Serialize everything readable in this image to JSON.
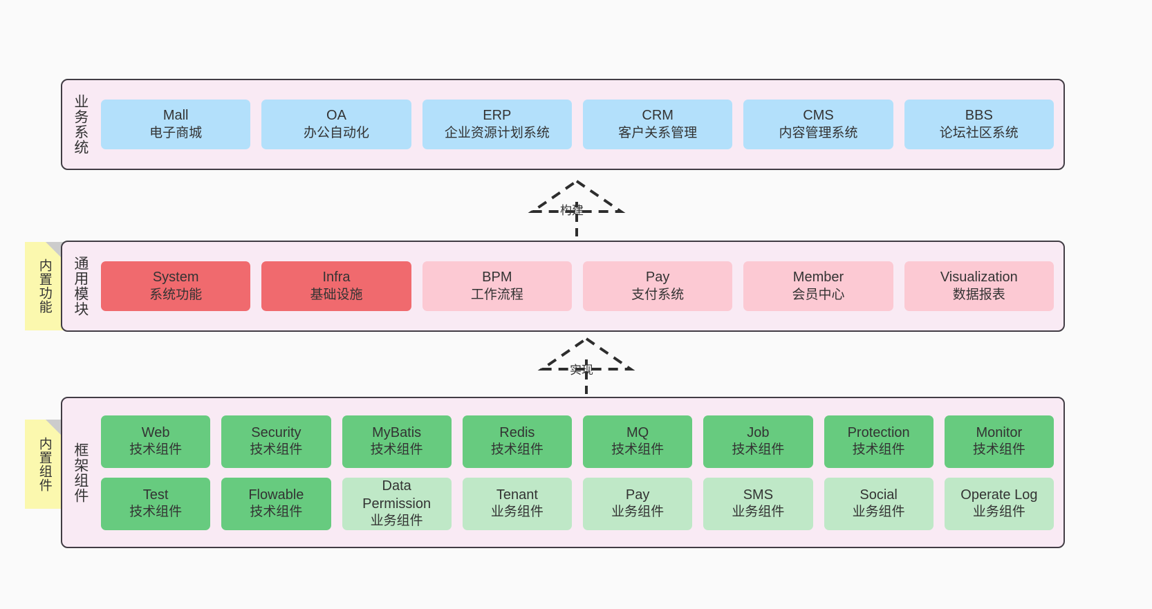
{
  "diagram": {
    "background_color": "#fafafa",
    "band_fill": "#f9eaf4",
    "band_border": "#413c44",
    "sticky_color": "#fbf8ae"
  },
  "layers": [
    {
      "id": "business",
      "title": "业务系统",
      "accent": "#b3e0fb",
      "rows": [
        {
          "cards": [
            {
              "name": "Mall",
              "sub": "电子商城",
              "style": "c-blue"
            },
            {
              "name": "OA",
              "sub": "办公自动化",
              "style": "c-blue"
            },
            {
              "name": "ERP",
              "sub": "企业资源计划系统",
              "style": "c-blue"
            },
            {
              "name": "CRM",
              "sub": "客户关系管理",
              "style": "c-blue"
            },
            {
              "name": "CMS",
              "sub": "内容管理系统",
              "style": "c-blue"
            },
            {
              "name": "BBS",
              "sub": "论坛社区系统",
              "style": "c-blue"
            }
          ]
        }
      ]
    },
    {
      "id": "common",
      "title": "通用模块",
      "sticky": "内置功能",
      "accent": "#f06a6e",
      "rows": [
        {
          "cards": [
            {
              "name": "System",
              "sub": "系统功能",
              "style": "c-red"
            },
            {
              "name": "Infra",
              "sub": "基础设施",
              "style": "c-red"
            },
            {
              "name": "BPM",
              "sub": "工作流程",
              "style": "c-pink"
            },
            {
              "name": "Pay",
              "sub": "支付系统",
              "style": "c-pink"
            },
            {
              "name": "Member",
              "sub": "会员中心",
              "style": "c-pink"
            },
            {
              "name": "Visualization",
              "sub": "数据报表",
              "style": "c-pink"
            }
          ]
        }
      ]
    },
    {
      "id": "framework",
      "title": "框架组件",
      "sticky": "内置组件",
      "accent": "#67cb7f",
      "rows": [
        {
          "cards": [
            {
              "name": "Web",
              "sub": "技术组件",
              "style": "c-green"
            },
            {
              "name": "Security",
              "sub": "技术组件",
              "style": "c-green"
            },
            {
              "name": "MyBatis",
              "sub": "技术组件",
              "style": "c-green"
            },
            {
              "name": "Redis",
              "sub": "技术组件",
              "style": "c-green"
            },
            {
              "name": "MQ",
              "sub": "技术组件",
              "style": "c-green"
            },
            {
              "name": "Job",
              "sub": "技术组件",
              "style": "c-green"
            },
            {
              "name": "Protection",
              "sub": "技术组件",
              "style": "c-green"
            },
            {
              "name": "Monitor",
              "sub": "技术组件",
              "style": "c-green"
            }
          ]
        },
        {
          "cards": [
            {
              "name": "Test",
              "sub": "技术组件",
              "style": "c-green"
            },
            {
              "name": "Flowable",
              "sub": "技术组件",
              "style": "c-green"
            },
            {
              "name": "Data Permission",
              "sub": "业务组件",
              "style": "c-green-soft",
              "wrap": true
            },
            {
              "name": "Tenant",
              "sub": "业务组件",
              "style": "c-green-soft"
            },
            {
              "name": "Pay",
              "sub": "业务组件",
              "style": "c-green-soft"
            },
            {
              "name": "SMS",
              "sub": "业务组件",
              "style": "c-green-soft"
            },
            {
              "name": "Social",
              "sub": "业务组件",
              "style": "c-green-soft"
            },
            {
              "name": "Operate Log",
              "sub": "业务组件",
              "style": "c-green-soft"
            }
          ]
        }
      ]
    }
  ],
  "connectors": [
    {
      "id": "build",
      "label": "构建",
      "from": "通用模块",
      "to": "业务系统",
      "line": "dashed",
      "arrowhead": "hollow-triangle"
    },
    {
      "id": "realize",
      "label": "实现",
      "from": "框架组件",
      "to": "通用模块",
      "line": "dashed",
      "arrowhead": "hollow-triangle"
    }
  ]
}
